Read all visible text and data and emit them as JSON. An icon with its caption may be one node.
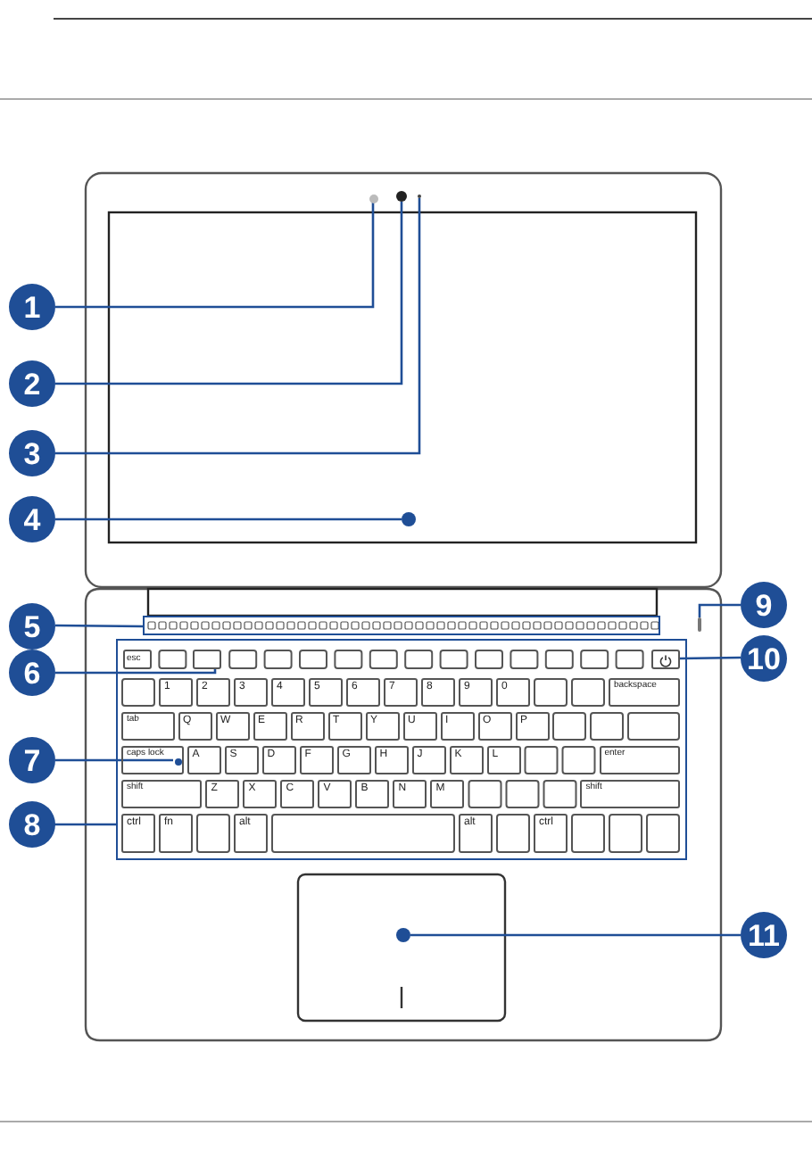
{
  "diagram": {
    "nodes": [
      {
        "text": [
          "1"
        ]
      },
      {
        "text": [
          "2"
        ]
      },
      {
        "text": [
          "3"
        ]
      },
      {
        "text": [
          "4"
        ]
      },
      {
        "text": [
          "5"
        ]
      },
      {
        "text": [
          "6"
        ]
      },
      {
        "text": [
          "7"
        ]
      },
      {
        "text": [
          "8"
        ]
      },
      {
        "text": [
          "9"
        ]
      },
      {
        "text": [
          "10"
        ]
      },
      {
        "text": [
          "11"
        ]
      },
      {
        "text": [],
        "shape": "circle"
      },
      {
        "text": [],
        "shape": "circle"
      },
      {
        "text": [],
        "shape": "circle"
      },
      {
        "text": [],
        "shape": "circle"
      },
      {
        "text": [],
        "shape": "bar"
      },
      {
        "text": [],
        "shape": "bar"
      },
      {
        "text": [],
        "shape": "box"
      },
      {
        "text": [],
        "shape": "box",
        "in": 17
      },
      {
        "text": [],
        "shape": "box",
        "in": 17
      },
      {
        "text": [],
        "shape": "circle",
        "in": 17
      },
      {
        "text": [],
        "shape": "circle"
      }
    ],
    "edges": [
      {
        "from": 0,
        "to": 11,
        "arrow": "none"
      },
      {
        "from": 1,
        "to": 12,
        "arrow": "none"
      },
      {
        "from": 2,
        "to": 13,
        "arrow": "none"
      },
      {
        "from": 3,
        "to": 14,
        "arrow": "none"
      },
      {
        "from": 4,
        "to": 15,
        "arrow": "none"
      },
      {
        "from": 5,
        "to": 18,
        "arrow": "none"
      },
      {
        "from": 6,
        "to": 20,
        "arrow": "none"
      },
      {
        "from": 7,
        "to": 17,
        "arrow": "none"
      },
      {
        "from": 8,
        "to": 16,
        "arrow": "none"
      },
      {
        "from": 9,
        "to": 19,
        "arrow": "none"
      },
      {
        "from": 10,
        "to": 21,
        "arrow": "none"
      }
    ],
    "labels": [
      "esc",
      "1",
      "2",
      "3",
      "4",
      "5",
      "6",
      "7",
      "8",
      "9",
      "0",
      "backspace",
      "tab",
      "Q",
      "W",
      "E",
      "R",
      "T",
      "Y",
      "U",
      "I",
      "O",
      "P",
      "caps lock",
      "A",
      "S",
      "D",
      "F",
      "G",
      "H",
      "J",
      "K",
      "L",
      "enter",
      "shift",
      "Z",
      "X",
      "C",
      "V",
      "B",
      "N",
      "M",
      "shift",
      "ctrl",
      "fn",
      "alt",
      "alt",
      "ctrl"
    ]
  }
}
